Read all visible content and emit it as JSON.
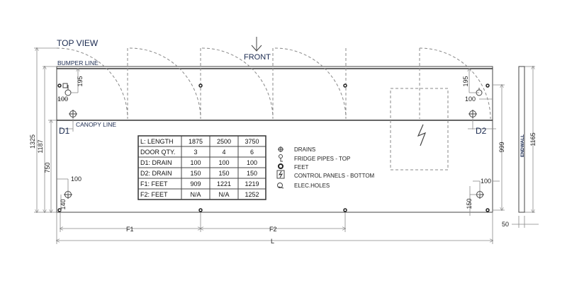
{
  "title": "TOP VIEW",
  "front_label": "FRONT",
  "bumper_line": "BUMPER LINE",
  "canopy_line": "CANOPY LINE",
  "endwall_label": "ENDWALL",
  "dimensions": {
    "d1": "D1",
    "d2": "D2",
    "f1": "F1",
    "f2": "F2",
    "l": "L",
    "h1325": "1325",
    "h1187": "1187",
    "h750": "750",
    "tl_195": "195",
    "tl_100": "100",
    "bl_100": "100",
    "bl_140": "140",
    "tr_195": "195",
    "tr_100": "100",
    "br_100": "100",
    "br_150": "150",
    "r999": "999",
    "r1165": "1165",
    "w50": "50"
  },
  "table": {
    "rows": [
      [
        "L: LENGTH",
        "1875",
        "2500",
        "3750"
      ],
      [
        "DOOR QTY.",
        "3",
        "4",
        "6"
      ],
      [
        "D1: DRAIN",
        "100",
        "100",
        "100"
      ],
      [
        "D2: DRAIN",
        "150",
        "150",
        "150"
      ],
      [
        "F1: FEET",
        "909",
        "1221",
        "1219"
      ],
      [
        "F2: FEET",
        "N/A",
        "N/A",
        "1252"
      ]
    ]
  },
  "legend": [
    {
      "icon": "drain-icon",
      "label": "DRAINS"
    },
    {
      "icon": "fridge-pipe-icon",
      "label": "FRIDGE PIPES - TOP"
    },
    {
      "icon": "feet-icon",
      "label": "FEET"
    },
    {
      "icon": "control-panel-icon",
      "label": "CONTROL PANELS - BOTTOM"
    },
    {
      "icon": "elec-hole-icon",
      "label": "ELEC.HOLES"
    }
  ]
}
